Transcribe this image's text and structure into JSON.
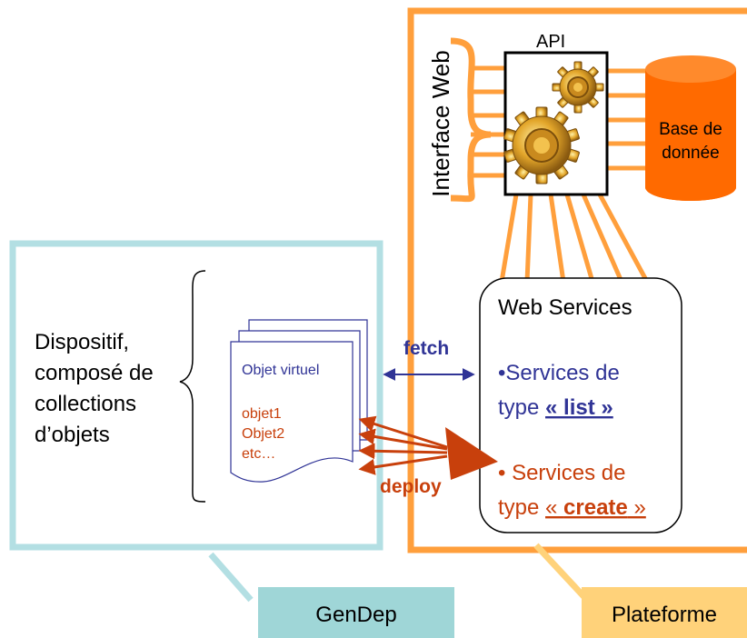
{
  "api": {
    "label": "API"
  },
  "interface": {
    "label": "Interface Web"
  },
  "database": {
    "line1": "Base de",
    "line2": "donnée"
  },
  "web_services": {
    "title": "Web Services",
    "list": {
      "line1": "•Services de",
      "line2_prefix": "type ",
      "line2_keyword": "« list »"
    },
    "create": {
      "line1": "• Services de",
      "line2_prefix": "type ",
      "line2_keyword_open": "« ",
      "line2_keyword": "create",
      "line2_keyword_close": " »"
    }
  },
  "device": {
    "line1": "Dispositif,",
    "line2": "composé de",
    "line3": "collections",
    "line4": "d’objets"
  },
  "virtual_object": {
    "title": "Objet virtuel",
    "items": [
      "objet1",
      "Objet2",
      "etc…"
    ]
  },
  "actions": {
    "fetch": "fetch",
    "deploy": "deploy"
  },
  "legend": {
    "gendep": "GenDep",
    "plateforme": "Plateforme"
  },
  "colors": {
    "orange": "#ff9f3c",
    "teal_border": "#b3dfe3",
    "teal_fill": "#9fd6d7",
    "yellow_fill": "#ffd27a",
    "blue_text": "#303496",
    "red_text": "#cc4a10",
    "db_fill": "#ff6a00"
  }
}
